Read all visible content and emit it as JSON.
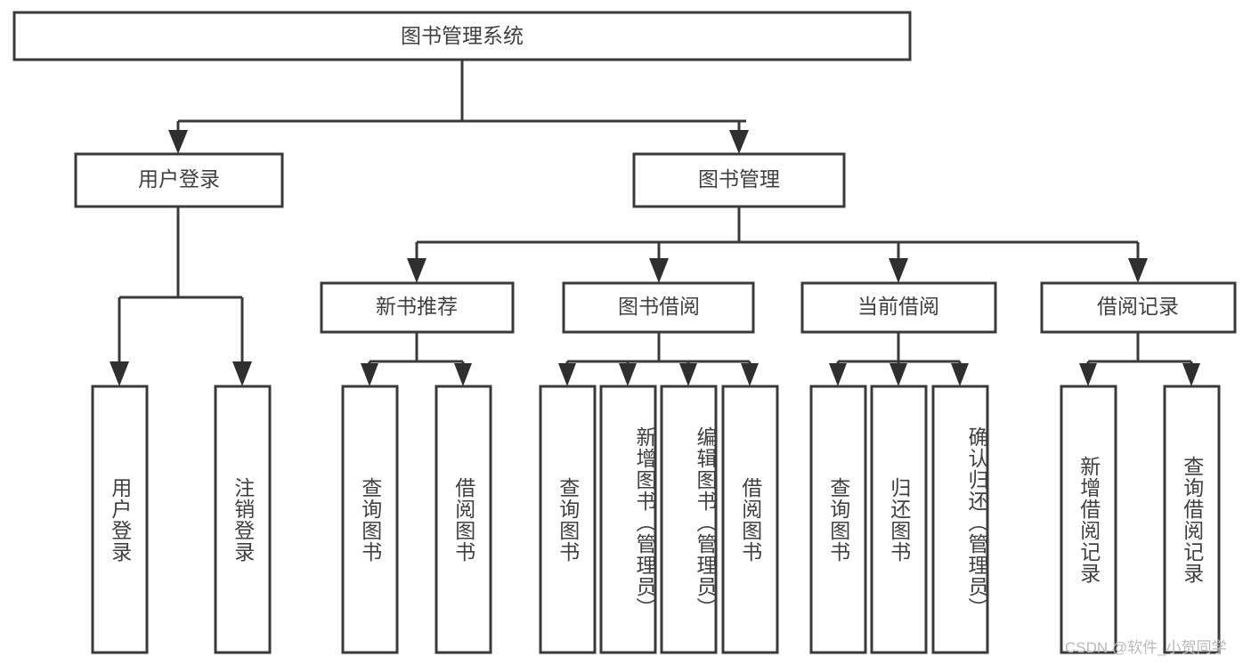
{
  "diagram": {
    "title": "图书管理系统",
    "watermark": "CSDN @软件_小贺同学",
    "colors": {
      "box_stroke": "#3a3a3a",
      "text": "#404040",
      "background": "#ffffff",
      "watermark": "#b9b9b9"
    },
    "root": {
      "id": "root",
      "label": "图书管理系统"
    },
    "level1": [
      {
        "id": "user-login",
        "label": "用户登录"
      },
      {
        "id": "book-manage",
        "label": "图书管理"
      }
    ],
    "level2": [
      {
        "id": "new-book-recommend",
        "label": "新书推荐",
        "parent": "book-manage"
      },
      {
        "id": "book-borrow",
        "label": "图书借阅",
        "parent": "book-manage"
      },
      {
        "id": "current-borrow",
        "label": "当前借阅",
        "parent": "book-manage"
      },
      {
        "id": "borrow-record",
        "label": "借阅记录",
        "parent": "book-manage"
      }
    ],
    "leaves": {
      "user-login": [
        {
          "id": "leaf-user-login",
          "label": "用户登录"
        },
        {
          "id": "leaf-logout-login",
          "label": "注销登录"
        }
      ],
      "new-book-recommend": [
        {
          "id": "leaf-query-book-1",
          "label": "查询图书"
        },
        {
          "id": "leaf-borrow-book-1",
          "label": "借阅图书"
        }
      ],
      "book-borrow": [
        {
          "id": "leaf-query-book-2",
          "label": "查询图书"
        },
        {
          "id": "leaf-add-book-admin",
          "label": "新增图书（管理员）"
        },
        {
          "id": "leaf-edit-book-admin",
          "label": "编辑图书（管理员）"
        },
        {
          "id": "leaf-borrow-book-2",
          "label": "借阅图书"
        }
      ],
      "current-borrow": [
        {
          "id": "leaf-query-book-3",
          "label": "查询图书"
        },
        {
          "id": "leaf-return-book",
          "label": "归还图书"
        },
        {
          "id": "leaf-confirm-return-admin",
          "label": "确认归还（管理员）"
        }
      ],
      "borrow-record": [
        {
          "id": "leaf-add-borrow-record",
          "label": "新增借阅记录"
        },
        {
          "id": "leaf-query-borrow-record",
          "label": "查询借阅记录"
        }
      ]
    }
  }
}
